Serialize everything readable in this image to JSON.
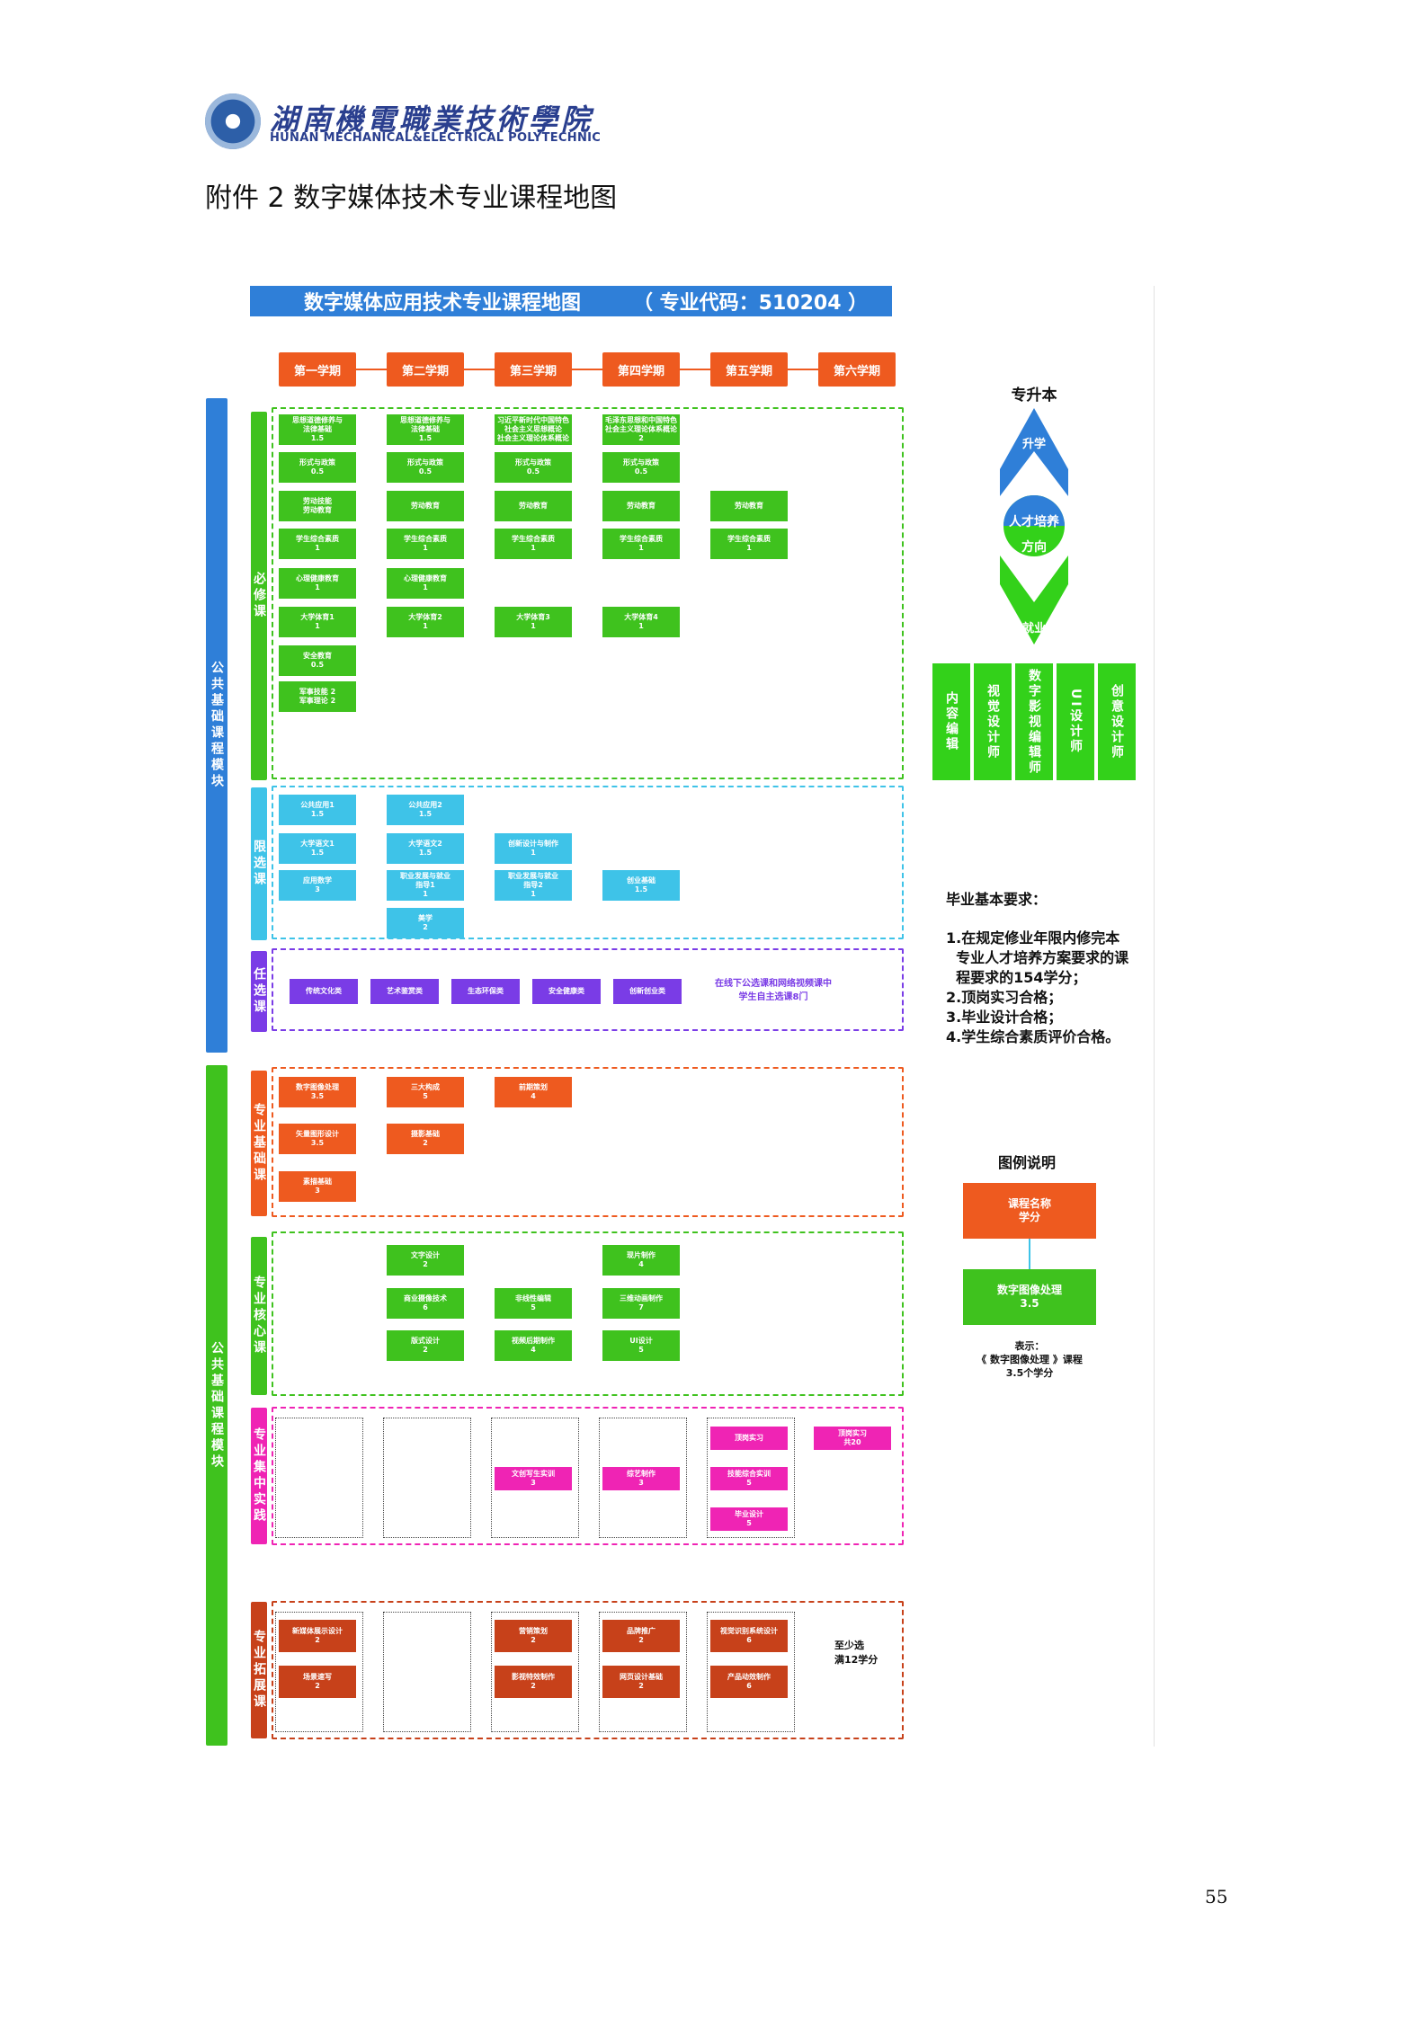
{
  "header": {
    "logo_cn": "湖南機電職業技術學院",
    "logo_en": "HUNAN MECHANICAL&ELECTRICAL POLYTECHNIC",
    "doc_title": "附件 2 数字媒体技术专业课程地图"
  },
  "chart": {
    "banner_title": "数字媒体应用技术专业课程地图",
    "banner_code": "（ 专业代码：510204 ）",
    "semesters": [
      "第一学期",
      "第二学期",
      "第三学期",
      "第四学期",
      "第五学期",
      "第六学期"
    ],
    "modules": {
      "public": "公共基础课程模块",
      "professional": "公共基础课程模块"
    },
    "categories": {
      "required": "必修课",
      "limited": "限选课",
      "elective": "任选课",
      "pro_basic": "专业基础课",
      "pro_core": "专业核心课",
      "pro_practice": "专业集中实践",
      "pro_ext": "专业拓展课"
    },
    "required_courses": [
      [
        "思想道德修养与\n法律基础\n1.5",
        "思想道德修养与\n法律基础\n1.5",
        "习近平新时代中国特色\n社会主义思想概论\n社会主义理论体系概论",
        "毛泽东思想和中国特色\n社会主义理论体系概论\n2"
      ],
      [
        "形式与政策\n0.5",
        "形式与政策\n0.5",
        "形式与政策\n0.5",
        "形式与政策\n0.5"
      ],
      [
        "劳动技能\n劳动教育",
        "劳动教育",
        "劳动教育",
        "劳动教育",
        "劳动教育"
      ],
      [
        "学生综合素质\n1",
        "学生综合素质\n1",
        "学生综合素质\n1",
        "学生综合素质\n1",
        "学生综合素质\n1"
      ],
      [
        "心理健康教育\n1",
        "心理健康教育\n1"
      ],
      [
        "大学体育1\n1",
        "大学体育2\n1",
        "大学体育3\n1",
        "大学体育4\n1"
      ],
      [
        "安全教育\n0.5"
      ],
      [
        "军事技能 2\n军事理论 2"
      ]
    ],
    "limited_courses": {
      "s1": [
        "公共应用1\n1.5",
        "大学语文1\n1.5",
        "应用数学\n3"
      ],
      "s2": [
        "公共应用2\n1.5",
        "大学语文2\n1.5",
        "职业发展与就业\n指导1\n1",
        "美学\n2"
      ],
      "s3": [
        "创新设计与制作\n1",
        "职业发展与就业\n指导2\n1"
      ],
      "s4": [
        "创业基础\n1.5"
      ]
    },
    "elective_courses": [
      "传统文化类",
      "艺术鉴赏类",
      "生态环保类",
      "安全健康类",
      "创新创业类"
    ],
    "elective_note": "在线下公选课和网络视频课中\n学生自主选课8门",
    "pro_basic_courses": {
      "s1": [
        "数字图像处理\n3.5",
        "矢量图形设计\n3.5",
        "素描基础\n3"
      ],
      "s2": [
        "三大构成\n5",
        "摄影基础\n2"
      ],
      "s3": [
        "前期策划\n4"
      ]
    },
    "pro_core_courses": {
      "s2": [
        "文字设计\n2",
        "商业摄像技术\n6",
        "版式设计\n2"
      ],
      "s3": [
        "非线性编辑\n5",
        "视频后期制作\n4"
      ],
      "s4": [
        "现片制作\n4",
        "三维动画制作\n7",
        "UI设计\n5"
      ]
    },
    "pro_practice_courses": {
      "s3": [
        "文创写生实训\n3"
      ],
      "s4": [
        "综艺制作\n3"
      ],
      "s5": [
        "顶岗实习",
        "技能综合实训\n5",
        "毕业设计\n5"
      ],
      "s6": [
        "顶岗实习\n共20"
      ]
    },
    "pro_ext_courses": {
      "s1": [
        "新媒体展示设计\n2",
        "场景速写\n2"
      ],
      "s3": [
        "营销策划\n2",
        "影视特效制作\n2"
      ],
      "s4": [
        "品牌推广\n2",
        "网页设计基础\n2"
      ],
      "s5": [
        "视觉识别系统设计\n6",
        "产品动效制作\n6"
      ]
    },
    "pro_ext_note": "至少选\n满12学分"
  },
  "sidebar": {
    "top_label": "专升本",
    "up_label": "升学",
    "center_top": "人才培养",
    "center_bottom": "方向",
    "down_label": "就业",
    "jobs": [
      "内容编辑",
      "视觉设计师",
      "数字影视编辑师",
      "UI设计师",
      "创意设计师"
    ],
    "requirements_title": "毕业基本要求：",
    "requirements": [
      "1.在规定修业年限内修完本",
      "  专业人才培养方案要求的课",
      "  程要求的154学分；",
      "2.顶岗实习合格；",
      "3.毕业设计合格；",
      "4.学生综合素质评价合格。"
    ],
    "legend_title": "图例说明",
    "legend_top": "课程名称\n学分",
    "legend_bottom": "数字图像处理\n3.5",
    "legend_note1": "表示：",
    "legend_note2": "《 数字图像处理 》课程",
    "legend_note3": "3.5个学分"
  },
  "page_number": "55",
  "colors": {
    "blue": "#2f7fd8",
    "orange": "#ee5a1f",
    "green": "#3fc21e",
    "cyan": "#3ec3e8",
    "purple": "#7a3ce6",
    "magenta": "#ef24b4",
    "brick": "#c7411a"
  }
}
